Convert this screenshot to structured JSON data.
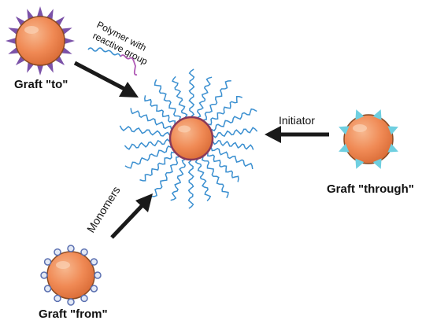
{
  "labels": {
    "graft_to": "Graft \"to\"",
    "graft_through": "Graft \"through\"",
    "graft_from": "Graft \"from\"",
    "initiator": "Initiator",
    "monomers": "Monomers",
    "polymer_line1": "Polymer with",
    "polymer_line2": "reactive group"
  },
  "colors": {
    "particle_fill": "#F08A55",
    "particle_rim": "#8A4A22",
    "spike_purple": "#7B52A8",
    "polymer_blue": "#3A8FD0",
    "reactive_purple": "#B05AB6",
    "triangle_cyan": "#6FCFE0",
    "bead_fill": "#E3E9F5",
    "bead_stroke": "#5A6FB0",
    "arrow": "#1a1a1a"
  }
}
